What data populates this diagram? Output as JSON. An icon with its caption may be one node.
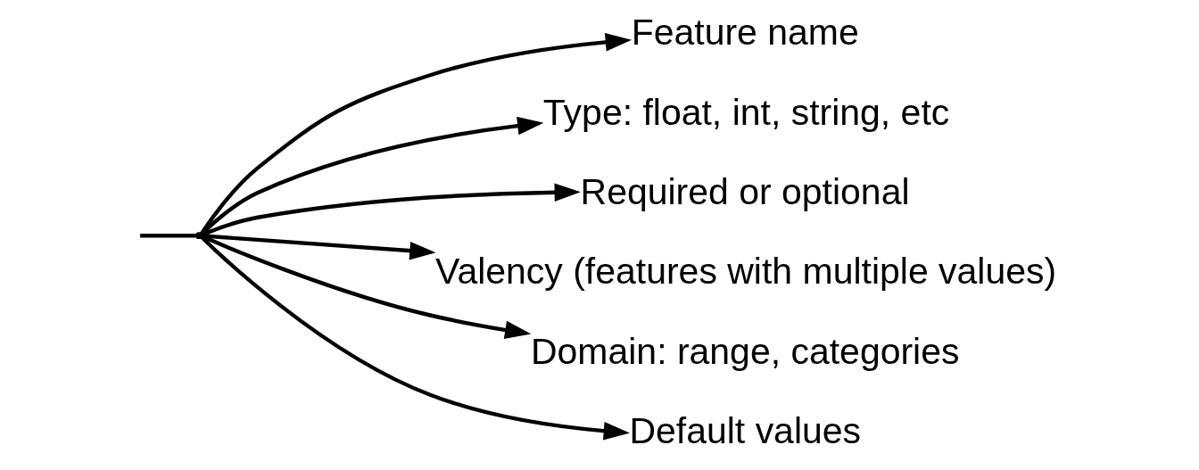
{
  "diagram": {
    "nodes": [
      {
        "text": [],
        "shape": "point"
      },
      {
        "text": [
          "Feature name"
        ]
      },
      {
        "text": [
          "Type: float, int, string, etc"
        ]
      },
      {
        "text": [
          "Required or optional"
        ]
      },
      {
        "text": [
          "Valency (features with multiple values)"
        ]
      },
      {
        "text": [
          "Domain: range, categories"
        ]
      },
      {
        "text": [
          "Default values"
        ]
      }
    ],
    "edges": [
      {
        "from": null,
        "to": 0,
        "arrow": "none"
      },
      {
        "from": 0,
        "to": 1,
        "arrow": "to"
      },
      {
        "from": 0,
        "to": 2,
        "arrow": "to"
      },
      {
        "from": 0,
        "to": 3,
        "arrow": "to"
      },
      {
        "from": 0,
        "to": 4,
        "arrow": "to"
      },
      {
        "from": 0,
        "to": 5,
        "arrow": "to"
      },
      {
        "from": 0,
        "to": 6,
        "arrow": "to"
      }
    ]
  }
}
